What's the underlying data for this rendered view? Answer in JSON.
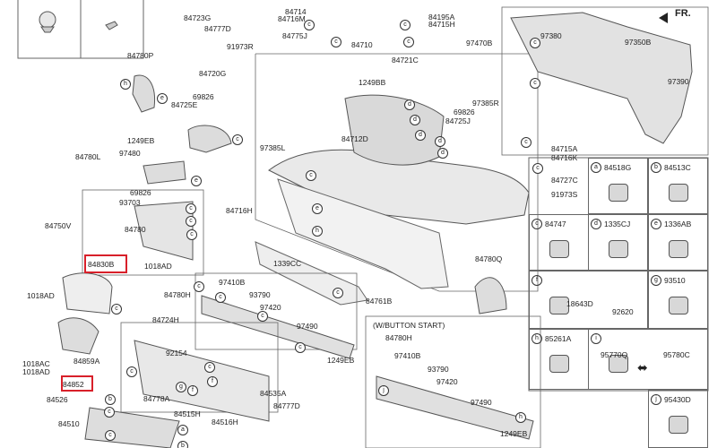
{
  "direction_label": "FR.",
  "callout_labels": [
    "84723G",
    "84777D",
    "84714",
    "84716M",
    "84775J",
    "84710",
    "84195A",
    "84715H",
    "97470B",
    "97380",
    "97350B",
    "97390",
    "84780P",
    "91973R",
    "84720G",
    "69826",
    "84725E",
    "84721C",
    "1249BB",
    "97385R",
    "69826",
    "84725J",
    "1249EB",
    "97480",
    "84780L",
    "97385L",
    "84712D",
    "84715A",
    "84716K",
    "84727C",
    "91973S",
    "69826",
    "93703",
    "84750V",
    "84716H",
    "84780",
    "1018AD",
    "1339CC",
    "84780Q",
    "84830B",
    "1018AD",
    "97410B",
    "93790",
    "84780H",
    "97420",
    "84761B",
    "97490",
    "1249EB",
    "84724H",
    "84859A",
    "1018AC",
    "1018AD",
    "92154",
    "84852",
    "84778A",
    "84535A",
    "84515H",
    "84526",
    "84516H",
    "84777D",
    "84510",
    "(W/BUTTON START)",
    "84780H",
    "97410B",
    "93790",
    "97420",
    "97490",
    "1249EB"
  ],
  "highlighted_parts": [
    "84830B",
    "84852"
  ],
  "legend_cells": [
    {
      "letter": "a",
      "part": "84518G"
    },
    {
      "letter": "b",
      "part": "84513C"
    },
    {
      "letter": "c",
      "part": "84747"
    },
    {
      "letter": "d",
      "part": "1335CJ"
    },
    {
      "letter": "e",
      "part": "1336AB"
    },
    {
      "letter": "f",
      "part": ""
    },
    {
      "letter": "g",
      "part": "93510"
    },
    {
      "letter": "h",
      "part": "85261A"
    },
    {
      "letter": "i",
      "part": ""
    },
    {
      "letter": "j",
      "part": "95430D"
    }
  ],
  "legend_f_parts": [
    "18643D",
    "92620"
  ],
  "legend_i_parts": [
    "95770Q",
    "95780C"
  ],
  "legend_i_arrow": "⬌",
  "callout_letters": [
    "c",
    "c",
    "c",
    "c",
    "c",
    "c",
    "h",
    "e",
    "c",
    "d",
    "d",
    "d",
    "d",
    "d",
    "c",
    "c",
    "e",
    "c",
    "c",
    "c",
    "e",
    "h",
    "c",
    "c",
    "c",
    "c",
    "c",
    "c",
    "c",
    "f",
    "f",
    "c",
    "g",
    "b",
    "c",
    "c",
    "a",
    "b",
    "j",
    "h",
    "c"
  ]
}
